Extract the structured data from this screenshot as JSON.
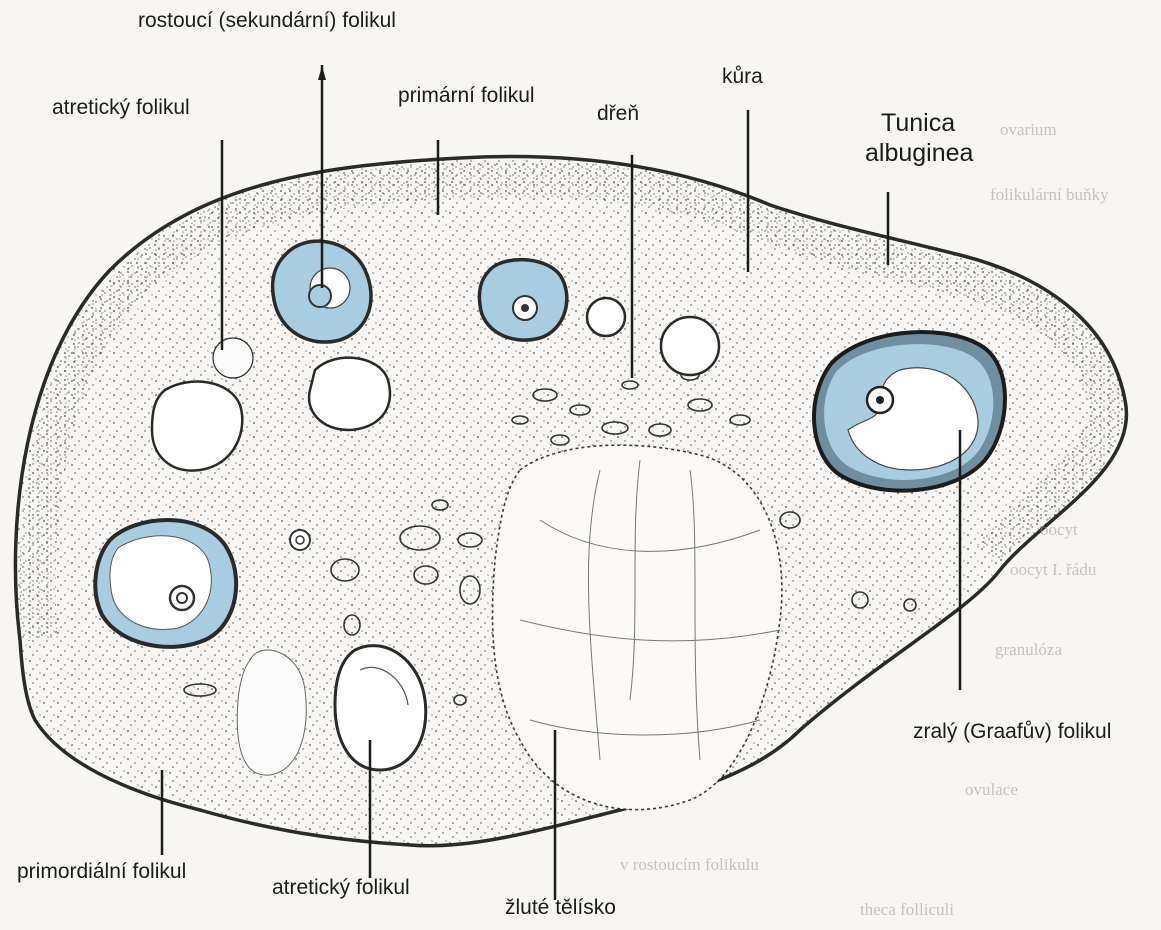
{
  "labels": {
    "rostouci": "rostoucí (sekundární) folikul",
    "atreticky_top": "atretický folikul",
    "primarni": "primární folikul",
    "dren": "dřeň",
    "kura": "kůra",
    "tunica_line1": "Tunica",
    "tunica_line2": "albuginea",
    "zraly": "zralý (Graafův) folikul",
    "primordialni": "primordiální folikul",
    "atreticky_bottom": "atretický folikul",
    "zlute": "žluté tělísko"
  },
  "background_text": {
    "line1": "ovarium",
    "line2": "folikulární buňky",
    "line3": "oocyt",
    "line4": "oocyt I. řádu",
    "line5": "v rostoucím folikulu",
    "line6": "theca folliculi",
    "line7": "granulóza",
    "line8": "ovulace"
  },
  "colors": {
    "follicle_fill": "#a9cde0",
    "outline": "#2a2a2a",
    "paper": "#f7f6f2",
    "stipple": "#4a4a4a"
  }
}
